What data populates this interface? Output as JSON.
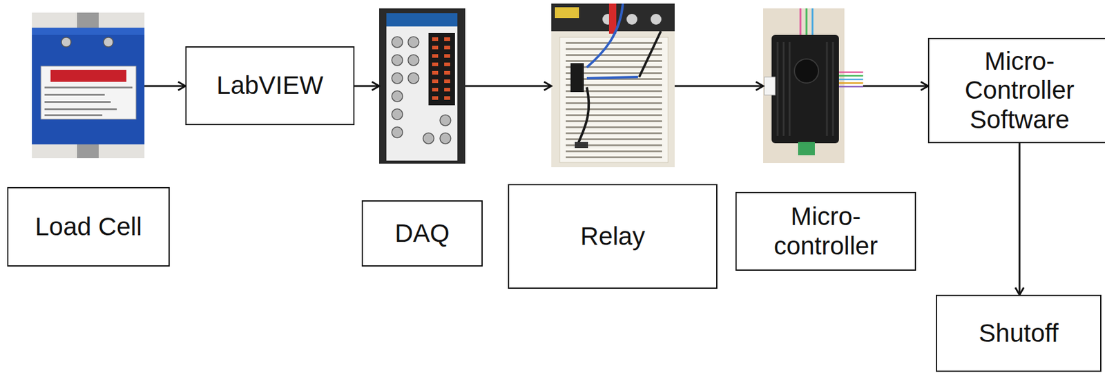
{
  "diagram": {
    "nodes": [
      {
        "text": [
          "Load Cell"
        ]
      },
      {
        "text": [
          "LabVIEW"
        ]
      },
      {
        "text": [
          "DAQ"
        ]
      },
      {
        "text": [
          "Relay"
        ]
      },
      {
        "text": [
          "Micro- controller"
        ]
      },
      {
        "text": [
          "Micro- Controller Software"
        ]
      },
      {
        "text": [
          "Shutoff"
        ]
      }
    ],
    "edges": [
      {
        "from": 0,
        "to": 1,
        "arrow": "to"
      },
      {
        "from": 1,
        "to": 2,
        "arrow": "to"
      },
      {
        "from": 2,
        "to": 3,
        "arrow": "to"
      },
      {
        "from": 3,
        "to": 4,
        "arrow": "to"
      },
      {
        "from": 4,
        "to": 5,
        "arrow": "to"
      },
      {
        "from": 5,
        "to": 6,
        "arrow": "to"
      }
    ]
  }
}
